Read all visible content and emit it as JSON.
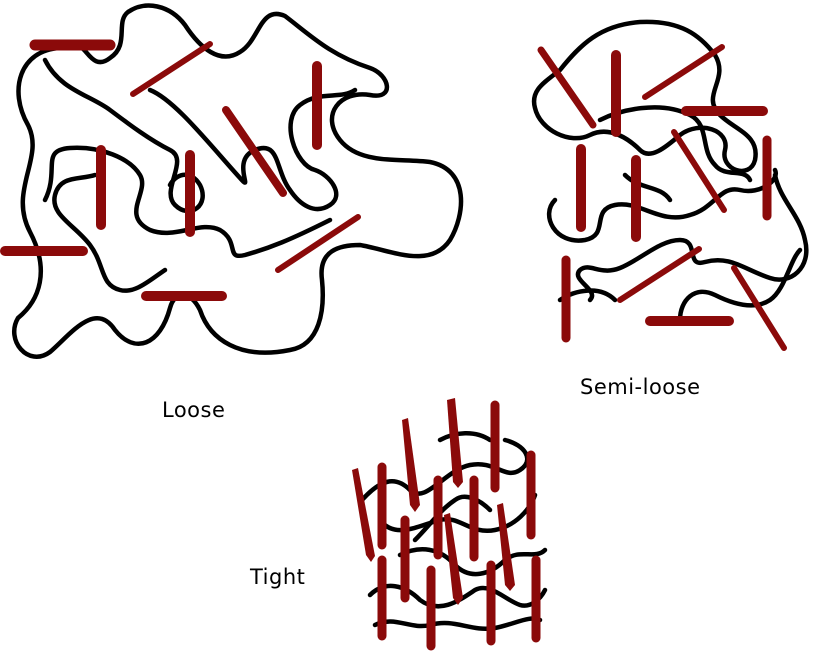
{
  "labels": {
    "loose": "Loose",
    "semi_loose": "Semi-loose",
    "tight": "Tight"
  },
  "colors": {
    "chain": "#000000",
    "rod": "#8b0a0a",
    "background": "#ffffff"
  }
}
